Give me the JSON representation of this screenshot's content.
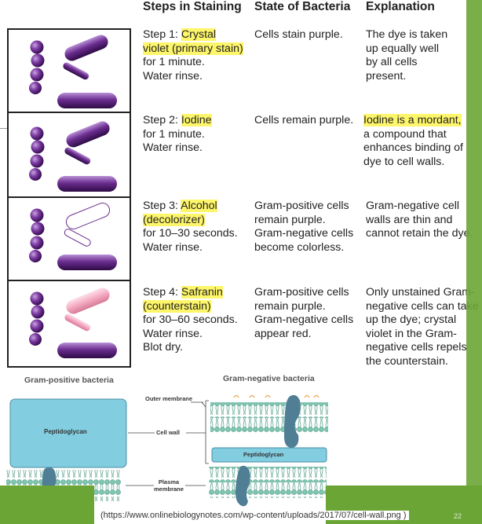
{
  "table": {
    "headers": [
      "Steps in Staining",
      "State of Bacteria",
      "Explanation"
    ],
    "rows": [
      {
        "step_prefix": "Step 1: ",
        "step_highlight_1": "Crystal",
        "step_highlight_2": "violet (primary stain)",
        "step_rest": "for 1 minute.\nWater rinse.",
        "state": "Cells stain purple.",
        "explanation": "The dye is taken\nup equally well\nby all cells\npresent."
      },
      {
        "step_prefix": "Step 2: ",
        "step_highlight_1": "Iodine",
        "step_rest": "for 1 minute.\nWater rinse.",
        "state": "Cells remain purple.",
        "explanation_highlight": "Iodine is a mordant,",
        "explanation": "a compound that\nenhances binding of\ndye to cell walls."
      },
      {
        "step_prefix": "Step 3: ",
        "step_highlight_1": "Alcohol",
        "step_highlight_2": "(decolorizer)",
        "step_rest": "for 10–30 seconds.\nWater rinse.",
        "state": "Gram-positive cells\nremain purple.\nGram-negative cells\nbecome colorless.",
        "explanation": "Gram-negative cell\nwalls are thin and\ncannot retain the dye."
      },
      {
        "step_prefix": "Step 4: ",
        "step_highlight_1": "Safranin",
        "step_highlight_2": "(counterstain)",
        "step_rest": "for 30–60 seconds.\nWater rinse.\nBlot dry.",
        "state": "Gram-positive cells\nremain purple.\nGram-negative cells\nappear red.",
        "explanation": "Only unstained Gram-\nnegative cells can take\nup the dye; crystal\nviolet in the Gram-\nnegative cells repels\nthe counterstain."
      }
    ]
  },
  "diagram": {
    "gram_positive_title": "Gram-positive bacteria",
    "gram_negative_title": "Gram-negative bacteria",
    "peptidoglycan_left": "Peptidoglycan",
    "peptidoglycan_right": "Peptidoglycan",
    "cell_wall_label": "Cell wall",
    "outer_membrane_label": "Outer membrane",
    "plasma_membrane_label": "Plasma\nmembrane"
  },
  "footer": {
    "source_url": "(https://www.onlinebiologynotes.com/wp-content/uploads/2017/07/cell-wall.png )",
    "page_number": "22"
  },
  "colors": {
    "highlight": "#fdf56a",
    "purple": "#6b2d8f",
    "pink": "#f4a9c0",
    "peptidoglycan": "#82cde0",
    "membrane": "#7fc6b0",
    "protein": "#4f7e95",
    "slide_green": "#6aa535"
  }
}
